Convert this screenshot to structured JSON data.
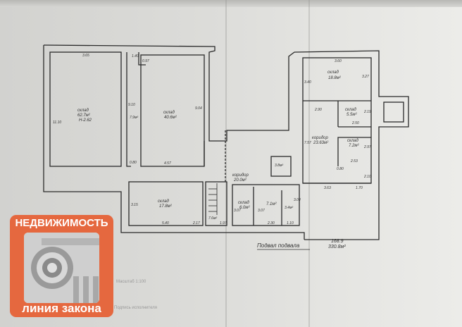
{
  "plan": {
    "rooms": [
      {
        "name": "склад",
        "area": "62.7м²",
        "height": "H-2.62"
      },
      {
        "name": "склад",
        "area": "40.6м²"
      },
      {
        "name": "",
        "area": "7.9м²"
      },
      {
        "name": "склад",
        "area": "18.8м²"
      },
      {
        "name": "склад",
        "area": "5.5м²"
      },
      {
        "name": "коридор",
        "area": "23.63м²"
      },
      {
        "name": "склад",
        "area": "7.2м²"
      },
      {
        "name": "коридор",
        "area": "20.0м²"
      },
      {
        "name": "",
        "area": "3.8м²"
      },
      {
        "name": "склад",
        "area": "17.8м²"
      },
      {
        "name": "",
        "area": "7.6м²"
      },
      {
        "name": "склад",
        "area": "6.0м²"
      },
      {
        "name": "",
        "area": "7.1м²"
      },
      {
        "name": "",
        "area": "3.4м²"
      }
    ],
    "dims": [
      "3.65",
      "11.10",
      "1.40",
      "0.97",
      "9.10",
      "9.04",
      "0.80",
      "4.57",
      "3.60",
      "3.40",
      "3.27",
      "2.90",
      "2.19",
      "2.50",
      "7.57",
      "2.97",
      "2.53",
      "0.80",
      "2.10",
      "3.63",
      "1.70",
      "3.15",
      "5.40",
      "2.17",
      "3.07",
      "1.97",
      "3.07",
      "2.30",
      "1.10",
      "3.04"
    ],
    "caption": "Подвал подвала",
    "total_top": "168.9",
    "total_bottom": "330.8м²"
  },
  "scale_label": "Масштаб 1:100",
  "signature_label": "Подпись исполнителя",
  "logo": {
    "top": "НЕДВИЖИМОСТЬ",
    "bottom": "линия закона"
  }
}
